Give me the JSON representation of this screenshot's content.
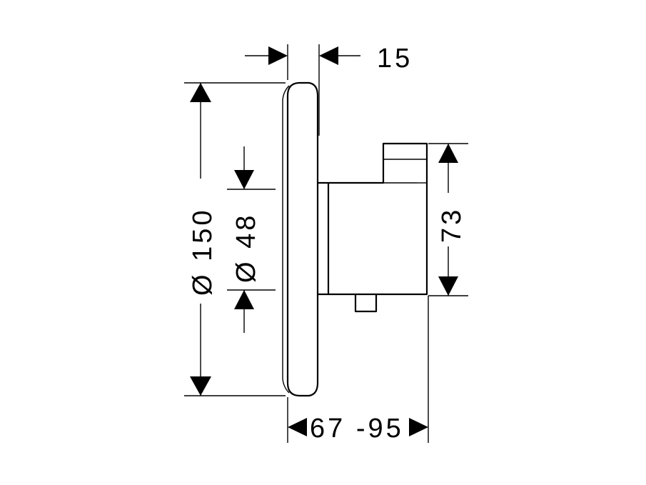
{
  "dimensions": {
    "cover_thickness": "15",
    "plate_diameter": "Ø 150",
    "bore_diameter": "Ø 48",
    "body_height": "73",
    "install_depth": "67 -95"
  }
}
